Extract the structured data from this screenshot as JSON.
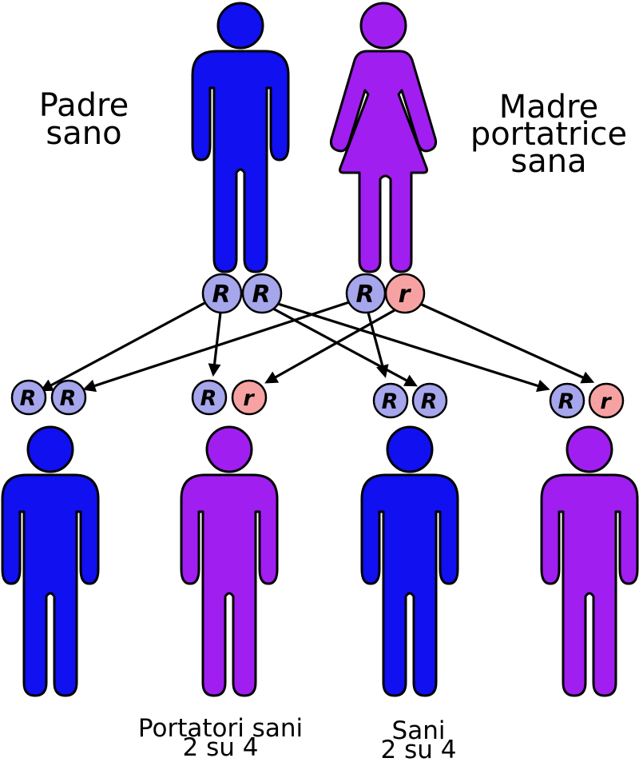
{
  "father": {
    "label_lines": [
      "Padre",
      "sano"
    ],
    "alleles": [
      "R",
      "R"
    ]
  },
  "mother": {
    "label_lines": [
      "Madre",
      "portatrice",
      "sana"
    ],
    "alleles": [
      "R",
      "r"
    ]
  },
  "children": [
    {
      "alleles": [
        "R",
        "R"
      ]
    },
    {
      "alleles": [
        "R",
        "r"
      ]
    },
    {
      "alleles": [
        "R",
        "R"
      ]
    },
    {
      "alleles": [
        "R",
        "r"
      ]
    }
  ],
  "captions": {
    "carriers_lines": [
      "Portatori sani",
      "2 su 4"
    ],
    "healthy_lines": [
      "Sani",
      "2 su 4"
    ]
  },
  "colors": {
    "healthy_blue": "#1010F0",
    "carrier_purple": "#A01EF0",
    "allele_R_fill": "#A6A6EC",
    "allele_r_fill": "#F7A2A2",
    "outline": "#000000"
  }
}
